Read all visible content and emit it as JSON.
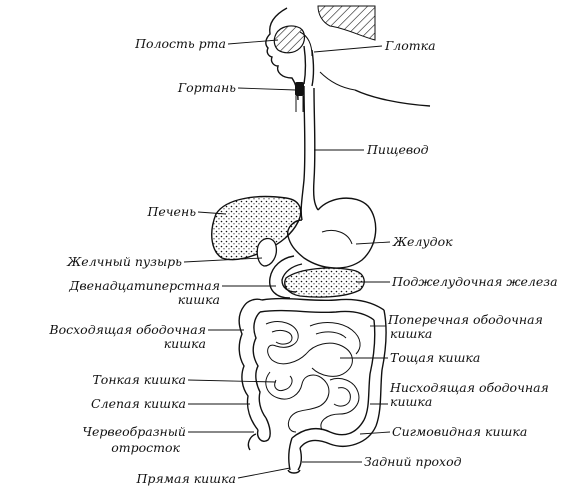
{
  "labels": {
    "oral_cavity": "Полость рта",
    "pharynx": "Глотка",
    "larynx": "Гортань",
    "esophagus": "Пищевод",
    "liver": "Печень",
    "stomach": "Желудок",
    "gallbladder": "Желчный пузырь",
    "duodenum_l1": "Двенадцатиперстная",
    "duodenum_l2": "кишка",
    "pancreas": "Поджелудочная железа",
    "ascending_l1": "Восходящая ободочная",
    "ascending_l2": "кишка",
    "transverse_l1": "Поперечная ободочная",
    "transverse_l2": "кишка",
    "jejunum": "Тощая кишка",
    "small_intestine": "Тонкая кишка",
    "cecum": "Слепая кишка",
    "descending_l1": "Нисходящая ободочная",
    "descending_l2": "кишка",
    "sigmoid": "Сигмовидная кишка",
    "appendix_l1": "Червеобразный",
    "appendix_l2": "отросток",
    "anus": "Задний проход",
    "rectum": "Прямая кишка"
  },
  "colors": {
    "ink": "#111111",
    "background": "#ffffff"
  }
}
